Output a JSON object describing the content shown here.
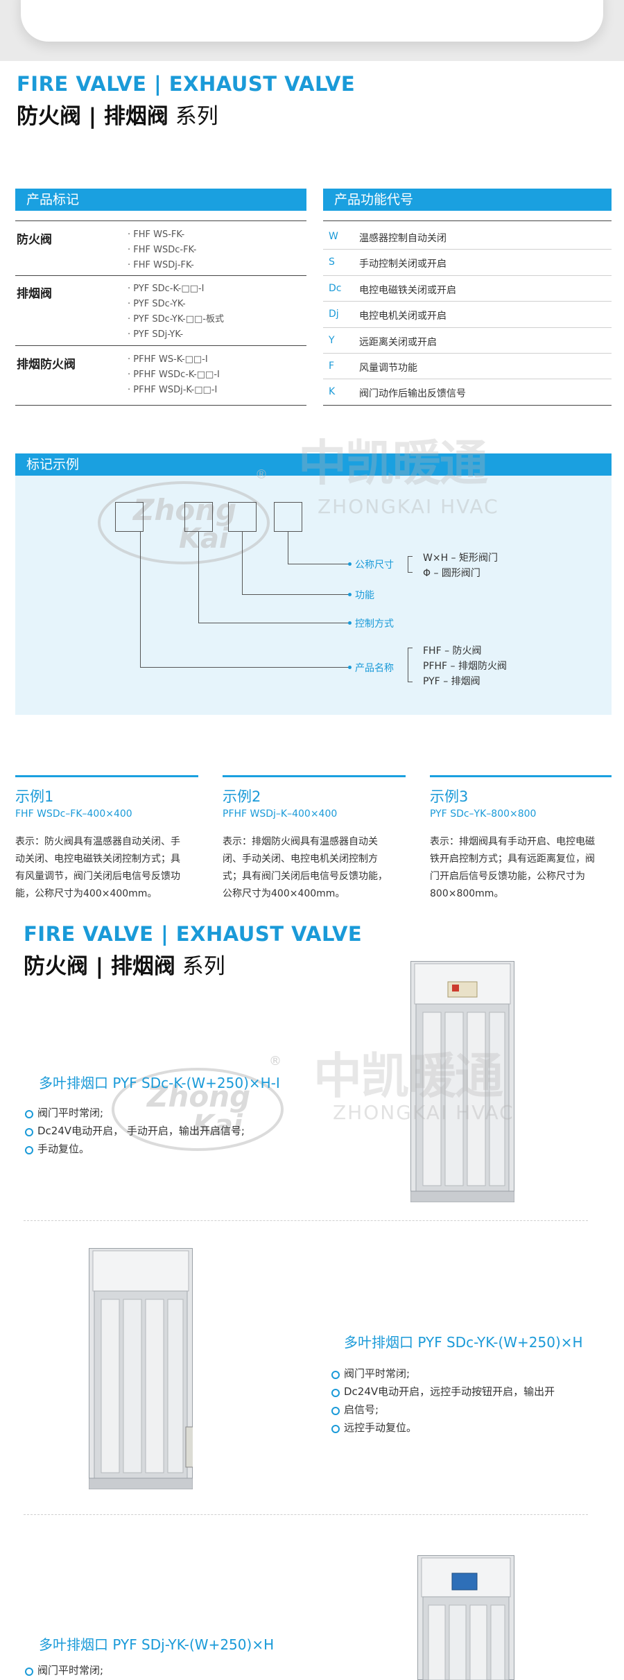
{
  "header": {
    "title_en": "FIRE VALVE | EXHAUST VALVE",
    "title_cn_bold": "防火阀 | 排烟阀",
    "title_cn_suffix": "系列"
  },
  "product_marks": {
    "heading": "产品标记",
    "rows": [
      {
        "name": "防火阀",
        "codes": [
          "· FHF WS-FK-",
          "· FHF WSDc-FK-",
          "· FHF WSDj-FK-"
        ]
      },
      {
        "name": "排烟阀",
        "codes": [
          "· PYF SDc-K-□□-I",
          "· PYF SDc-YK-",
          "· PYF SDc-YK-□□-板式",
          "· PYF SDj-YK-"
        ]
      },
      {
        "name": "排烟防火阀",
        "codes": [
          "· PFHF WS-K-□□-I",
          "· PFHF WSDc-K-□□-I",
          "· PFHF WSDj-K-□□-I"
        ]
      }
    ]
  },
  "function_codes": {
    "heading": "产品功能代号",
    "rows": [
      {
        "code": "W",
        "desc": "温感器控制自动关闭"
      },
      {
        "code": "S",
        "desc": "手动控制关闭或开启"
      },
      {
        "code": "Dc",
        "desc": "电控电磁铁关闭或开启"
      },
      {
        "code": "Dj",
        "desc": "电控电机关闭或开启"
      },
      {
        "code": "Y",
        "desc": "远距离关闭或开启"
      },
      {
        "code": "F",
        "desc": "风量调节功能"
      },
      {
        "code": "K",
        "desc": "阀门动作后输出反馈信号"
      }
    ]
  },
  "mark_example": {
    "heading": "标记示例",
    "labels": {
      "size": "公称尺寸",
      "function": "功能",
      "control": "控制方式",
      "name": "产品名称"
    },
    "size_options": [
      "W×H – 矩形阀门",
      "Φ – 圆形阀门"
    ],
    "name_options": [
      "FHF – 防火阀",
      "PFHF – 排烟防火阀",
      "PYF – 排烟阀"
    ]
  },
  "watermark": {
    "cn": "中凯暖通",
    "en": "ZHONGKAI HVAC",
    "logo_top": "Zhong",
    "logo_bottom": "Kai",
    "registered": "®"
  },
  "samples": [
    {
      "title": "示例1",
      "code": "FHF WSDc–FK–400×400",
      "lines": [
        "表示：防火阀具有温感器自动关闭、手",
        "动关闭、电控电磁铁关闭控制方式；具",
        "有风量调节，阀门关闭后电信号反馈功",
        "能，公称尺寸为400×400mm。"
      ]
    },
    {
      "title": "示例2",
      "code": "PFHF WSDj–K–400×400",
      "lines": [
        "表示：排烟防火阀具有温感器自动关",
        "闭、手动关闭、电控电机关闭控制方",
        "式；具有阀门关闭后电信号反馈功能，",
        "公称尺寸为400×400mm。"
      ]
    },
    {
      "title": "示例3",
      "code": "PYF SDc–YK–800×800",
      "lines": [
        "表示：排烟阀具有手动开启、电控电磁",
        "铁开启控制方式；具有远距离复位，阀",
        "门开启后信号反馈功能，公称尺寸为",
        "800×800mm。"
      ]
    }
  ],
  "products": [
    {
      "title": "多叶排烟口 PYF SDc-K-(W+250)×H-I",
      "features": [
        "阀门平时常闭;",
        "Dc24V电动开启， 手动开启，输出开启信号;",
        "手动复位。"
      ]
    },
    {
      "title": "多叶排烟口 PYF SDc-YK-(W+250)×H",
      "features": [
        "阀门平时常闭;",
        "Dc24V电动开启，远控手动按钮开启，输出开",
        "启信号;",
        "远控手动复位。"
      ]
    },
    {
      "title": "多叶排烟口 PYF SDj-YK-(W+250)×H",
      "features": [
        "阀门平时常闭;"
      ]
    }
  ],
  "colors": {
    "accent": "#1aa0e0",
    "panel": "#e6f4fb"
  }
}
